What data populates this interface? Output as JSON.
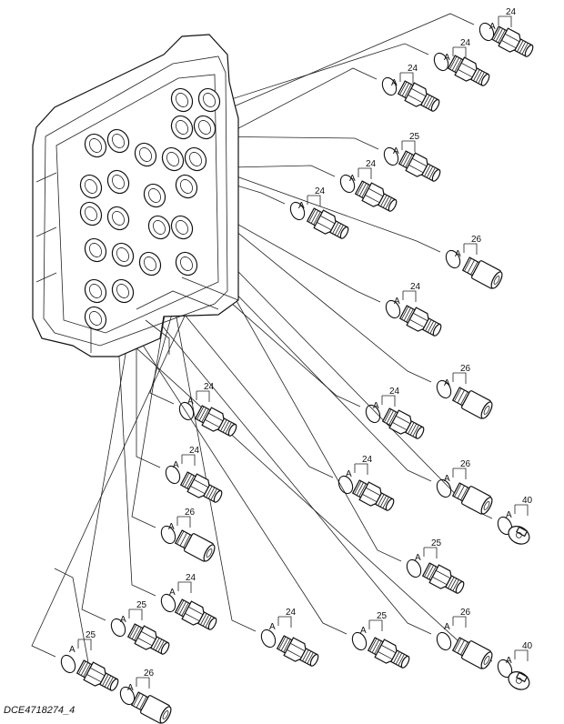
{
  "drawing_code": "DCE4718274_4",
  "seal_label": "A",
  "fittings": [
    {
      "part": "24",
      "type": "adapter"
    },
    {
      "part": "24",
      "type": "adapter"
    },
    {
      "part": "24",
      "type": "adapter"
    },
    {
      "part": "25",
      "type": "adapter"
    },
    {
      "part": "24",
      "type": "adapter"
    },
    {
      "part": "24",
      "type": "adapter"
    },
    {
      "part": "26",
      "type": "swivel"
    },
    {
      "part": "24",
      "type": "adapter"
    },
    {
      "part": "26",
      "type": "swivel"
    },
    {
      "part": "24",
      "type": "adapter"
    },
    {
      "part": "26",
      "type": "swivel"
    },
    {
      "part": "40",
      "type": "plug"
    },
    {
      "part": "24",
      "type": "adapter"
    },
    {
      "part": "24",
      "type": "adapter"
    },
    {
      "part": "24",
      "type": "adapter"
    },
    {
      "part": "26",
      "type": "swivel"
    },
    {
      "part": "25",
      "type": "adapter"
    },
    {
      "part": "24",
      "type": "adapter"
    },
    {
      "part": "25",
      "type": "adapter"
    },
    {
      "part": "24",
      "type": "adapter"
    },
    {
      "part": "25",
      "type": "adapter"
    },
    {
      "part": "26",
      "type": "swivel"
    },
    {
      "part": "40",
      "type": "plug"
    },
    {
      "part": "25",
      "type": "adapter"
    },
    {
      "part": "26",
      "type": "swivel"
    },
    {
      "part": "40",
      "type": "plug"
    }
  ]
}
